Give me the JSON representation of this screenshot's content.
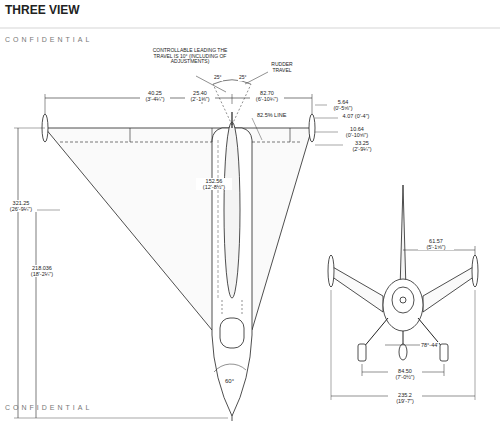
{
  "diagram": {
    "title": "THREE VIEW",
    "labels": [
      "CONFIDENTIAL",
      "CONTROLLABLE LEADING THE TRAVEL IS 10° (INCLUDING OF ADJUSTMENTS)",
      "RUDDER TRAVEL",
      "25°",
      "25°",
      "40.25 (3'-4¼\")",
      "25.40 (2'-1⅜\")",
      "82.70 (6'-10¾\")",
      "82.5% LINE",
      "5.64 (0'-5⅝\")",
      "4.07 (0'-4\")",
      "10.64 (0'-10⅝\")",
      "33.25 (2'-9¼\")",
      "152.56 (12'-8½\")",
      "321.25 (26'-9¼\")",
      "218.036 (18'-2¼\")",
      "60°",
      "61.57 (5'-1⅝\")",
      "78°-44'",
      "84.50 (7'-0½\")",
      "235.2 (19'-7\")",
      "CONFIDENTIAL"
    ]
  }
}
